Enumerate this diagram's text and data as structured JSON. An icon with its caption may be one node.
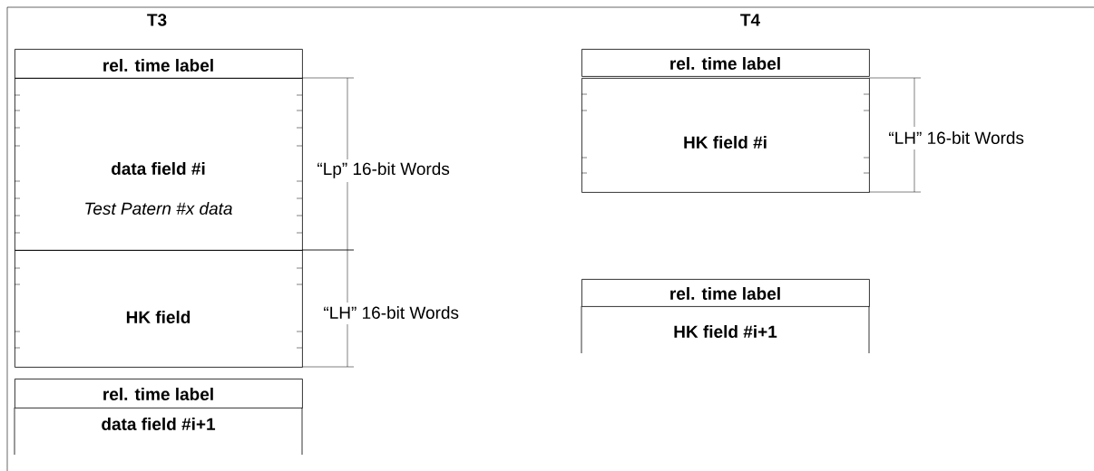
{
  "diagram": {
    "nodes": [
      {
        "text": [
          "rel. time label"
        ]
      },
      {
        "text": [
          "data field #i",
          "Test Patern #x data"
        ]
      },
      {
        "text": [
          "HK field"
        ]
      },
      {
        "text": [
          "rel. time label"
        ]
      },
      {
        "text": [
          "data field #i+1"
        ]
      },
      {
        "text": [
          "rel. time label"
        ]
      },
      {
        "text": [
          "HK field #i"
        ]
      },
      {
        "text": [
          "rel. time label"
        ]
      },
      {
        "text": [
          "HK field #i+1"
        ]
      }
    ],
    "labels": [
      "T3",
      "T4",
      "“Lp” 16-bit Words",
      "“LH” 16-bit Words",
      "“LH” 16-bit Words"
    ]
  }
}
